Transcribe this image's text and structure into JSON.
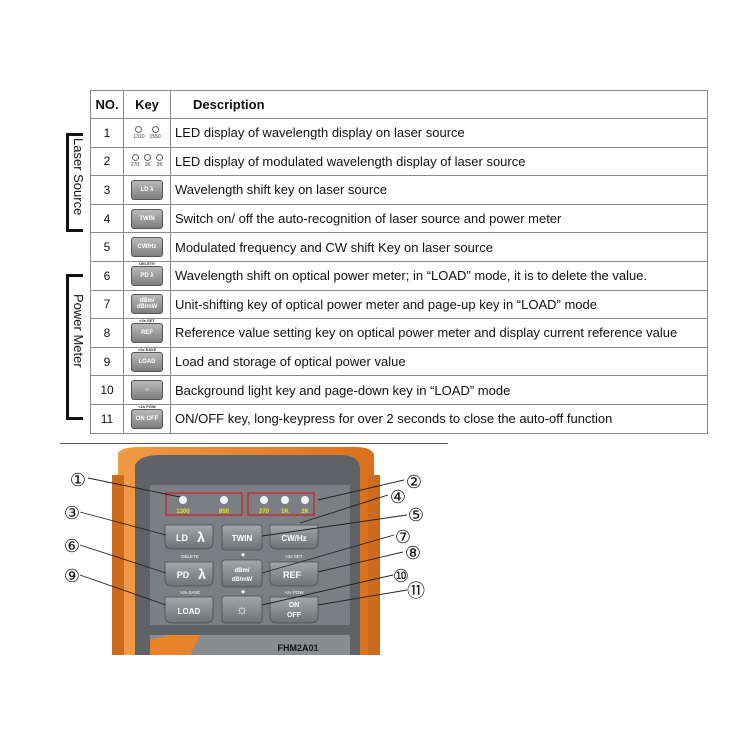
{
  "table": {
    "headers": {
      "no": "NO.",
      "key": "Key",
      "description": "Description"
    },
    "rows": [
      {
        "no": "1",
        "key": {
          "type": "led",
          "labels": [
            "1310",
            "1550"
          ]
        },
        "description": "LED display of  wavelength display on laser source"
      },
      {
        "no": "2",
        "key": {
          "type": "led",
          "labels": [
            "270",
            "1K",
            "2K"
          ]
        },
        "description": "LED display of modulated wavelength display of laser source"
      },
      {
        "no": "3",
        "key": {
          "type": "button",
          "label": "LD λ",
          "top": ""
        },
        "description": "Wavelength shift key on laser source"
      },
      {
        "no": "4",
        "key": {
          "type": "button",
          "label": "TWIN",
          "top": ""
        },
        "description": "Switch on/ off the auto-recognition of laser source and power meter"
      },
      {
        "no": "5",
        "key": {
          "type": "button",
          "label": "CW/Hz",
          "top": ""
        },
        "description": "Modulated frequency and CW shift Key on laser source"
      },
      {
        "no": "6",
        "key": {
          "type": "button",
          "label": "PD λ",
          "top": "DELETE"
        },
        "description": "Wavelength shift on optical power meter; in “LOAD” mode, it is to delete the value."
      },
      {
        "no": "7",
        "key": {
          "type": "button",
          "label": "dBm/ dB/mW",
          "top": ""
        },
        "description": "Unit-shifting key of optical power meter and page-up key in “LOAD” mode"
      },
      {
        "no": "8",
        "key": {
          "type": "button",
          "label": "REF",
          "top": ">3s SET"
        },
        "description": "Reference value setting key on optical power meter and display current reference value"
      },
      {
        "no": "9",
        "key": {
          "type": "button",
          "label": "LOAD",
          "top": ">2s SAVE"
        },
        "description": "Load and storage of optical power value"
      },
      {
        "no": "10",
        "key": {
          "type": "button",
          "label": "☼",
          "top": ""
        },
        "description": "Background light key and page-down key in “LOAD” mode"
      },
      {
        "no": "11",
        "key": {
          "type": "button",
          "label": "ON OFF",
          "top": ">2s POW"
        },
        "description": "ON/OFF key, long-keypress for over 2 seconds to close the auto-off function"
      }
    ]
  },
  "groups": {
    "laser_source": "Laser Source",
    "power_meter": "Power Meter"
  },
  "device": {
    "model": "FHM2A01",
    "leds_left": [
      "1300",
      "850"
    ],
    "leds_right": [
      "270",
      "1K",
      "2K"
    ],
    "keys": {
      "ld": "LD",
      "twin": "TWIN",
      "cwhz": "CW/Hz",
      "pd_top": "DELETE",
      "pd": "PD",
      "dbm1": "dBm/",
      "dbm2": "dB/mW",
      "ref_top": ">3s SET",
      "ref": "REF",
      "load_top": ">2s SAVE",
      "load": "LOAD",
      "on_top": ">2s POW",
      "on": "ON",
      "off": "OFF"
    },
    "callouts": [
      "①",
      "②",
      "③",
      "④",
      "⑤",
      "⑥",
      "⑦",
      "⑧",
      "⑨",
      "⑩",
      "⑪"
    ]
  },
  "colors": {
    "orange": "#e8832a",
    "body": "#6e7276",
    "key": "#8b8e91",
    "led_border": "#d41d1d",
    "led_text": "#f2e300"
  }
}
